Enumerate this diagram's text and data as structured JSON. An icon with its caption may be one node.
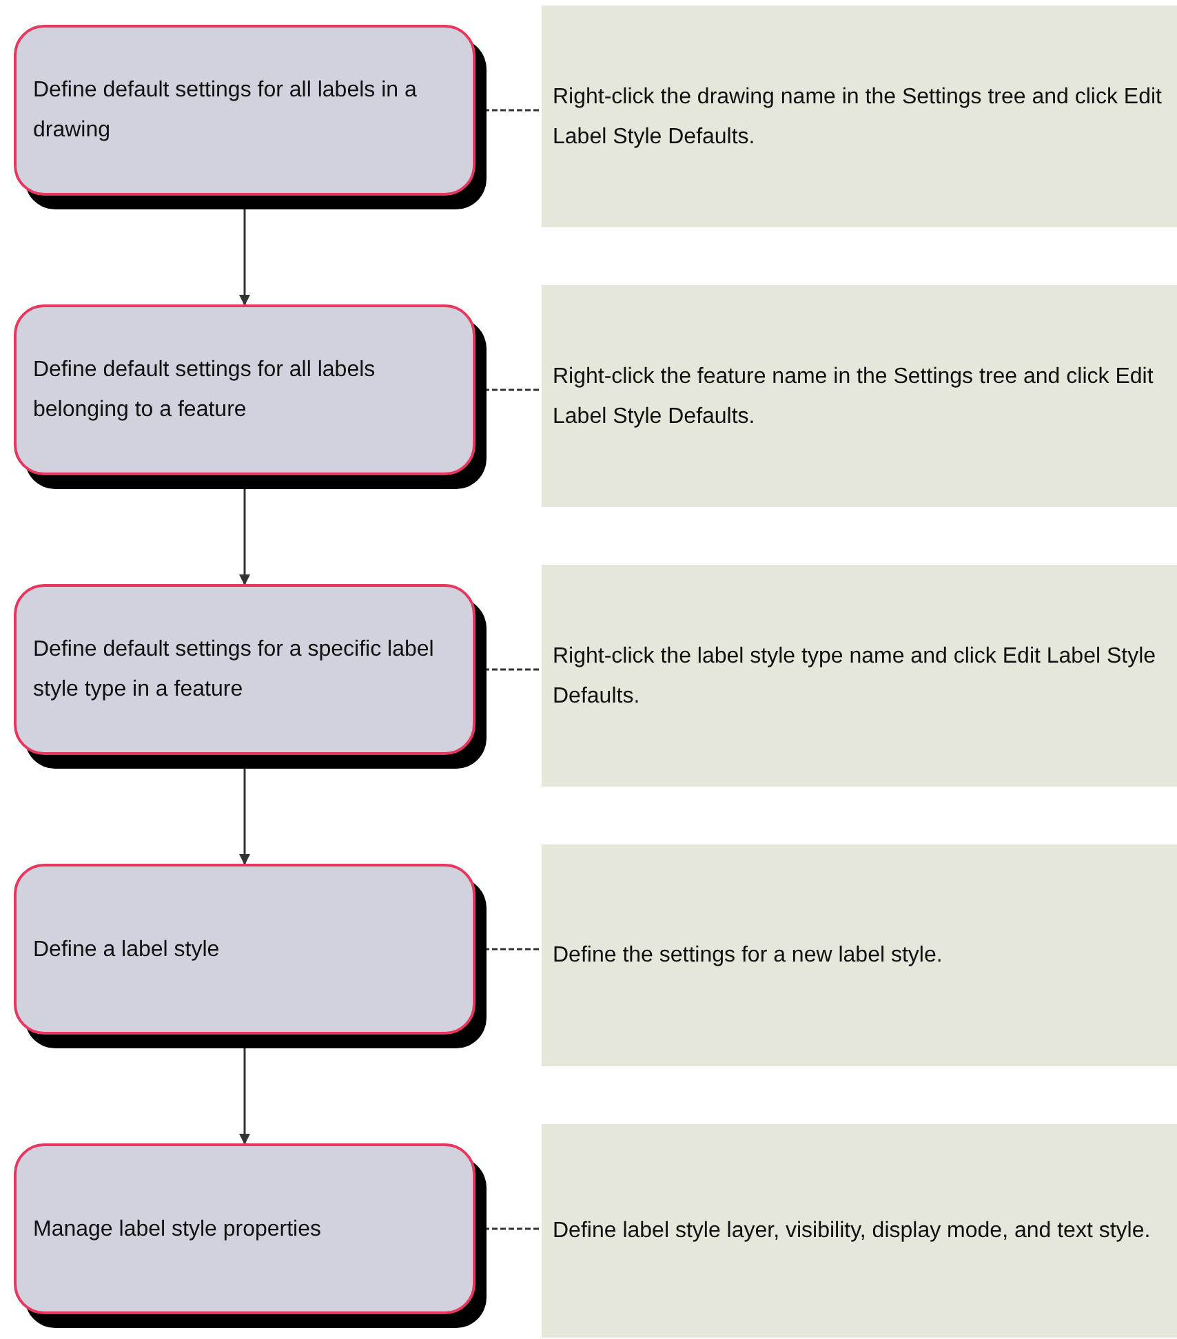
{
  "diagram": {
    "nodes": [
      {
        "text": [
          "Define default settings for all labels in a drawing"
        ]
      },
      {
        "text": [
          "Right-click the drawing name in the Settings tree and click Edit Label Style Defaults."
        ]
      },
      {
        "text": [
          "Define default settings for all labels belonging to a feature"
        ]
      },
      {
        "text": [
          "Right-click the feature name in the Settings tree and click Edit Label Style Defaults."
        ]
      },
      {
        "text": [
          "Define default settings for a specific label style type in a feature"
        ]
      },
      {
        "text": [
          "Right-click the label style type name and click Edit Label Style Defaults."
        ]
      },
      {
        "text": [
          "Define a label style"
        ]
      },
      {
        "text": [
          "Define the settings for a new label style."
        ]
      },
      {
        "text": [
          "Manage label style properties"
        ]
      },
      {
        "text": [
          "Define label style layer, visibility, display mode, and text style."
        ]
      }
    ],
    "edges": [
      {
        "from": 0,
        "to": 1,
        "arrow": "none",
        "style": "dashed"
      },
      {
        "from": 0,
        "to": 2,
        "arrow": "to"
      },
      {
        "from": 2,
        "to": 3,
        "arrow": "none",
        "style": "dashed"
      },
      {
        "from": 2,
        "to": 4,
        "arrow": "to"
      },
      {
        "from": 4,
        "to": 5,
        "arrow": "none",
        "style": "dashed"
      },
      {
        "from": 4,
        "to": 6,
        "arrow": "to"
      },
      {
        "from": 6,
        "to": 7,
        "arrow": "none",
        "style": "dashed"
      },
      {
        "from": 6,
        "to": 8,
        "arrow": "to"
      },
      {
        "from": 8,
        "to": 9,
        "arrow": "none",
        "style": "dashed"
      }
    ]
  }
}
